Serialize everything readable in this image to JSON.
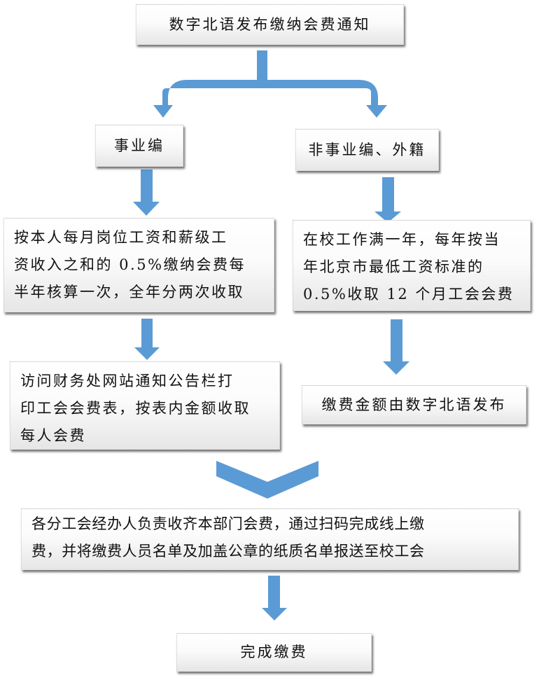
{
  "diagram": {
    "type": "flowchart",
    "arrow_color": "#5b9bd5",
    "nodes": {
      "start": {
        "text": "数字北语发布缴纳会费通知"
      },
      "branch_left": {
        "text": "事业编"
      },
      "branch_right": {
        "text": "非事业编、外籍"
      },
      "left_rule": {
        "lines": [
          "按本人每月岗位工资和薪级工",
          "资收入之和的 0.5%缴纳会费每",
          "半年核算一次，全年分两次收取"
        ]
      },
      "right_rule": {
        "lines": [
          "在校工作满一年，每年按当",
          "年北京市最低工资标准的",
          "0.5%收取 12 个月工会会费"
        ]
      },
      "left_action": {
        "lines": [
          "访问财务处网站通知公告栏打",
          "印工会会费表，按表内金额收取",
          "每人会费"
        ]
      },
      "right_action": {
        "text": "缴费金额由数字北语发布"
      },
      "merge": {
        "lines": [
          "各分工会经办人负责收齐本部门会费，通过扫码完成线上缴",
          "费，并将缴费人员名单及加盖公章的纸质名单报送至校工会"
        ]
      },
      "end": {
        "text": "完成缴费"
      }
    },
    "edges": [
      [
        "start",
        "branch_left"
      ],
      [
        "start",
        "branch_right"
      ],
      [
        "branch_left",
        "left_rule"
      ],
      [
        "branch_right",
        "right_rule"
      ],
      [
        "left_rule",
        "left_action"
      ],
      [
        "right_rule",
        "right_action"
      ],
      [
        "left_action",
        "merge"
      ],
      [
        "right_action",
        "merge"
      ],
      [
        "merge",
        "end"
      ]
    ]
  }
}
